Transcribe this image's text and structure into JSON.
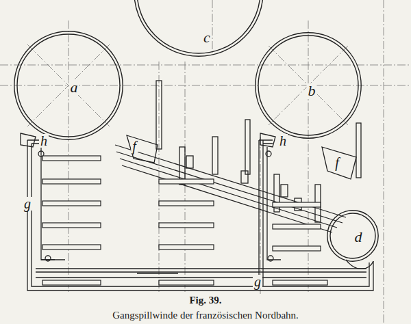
{
  "diagram": {
    "title": "Fig. 39.",
    "caption": "Gangspillwinde der französischen Nordbahn.",
    "nodes": [
      {
        "text": [
          "a"
        ]
      },
      {
        "text": [
          "b"
        ]
      },
      {
        "text": [
          "c"
        ]
      },
      {
        "text": [
          "d"
        ]
      }
    ],
    "labels": [
      "f",
      "f",
      "g",
      "g",
      "h",
      "h"
    ]
  }
}
